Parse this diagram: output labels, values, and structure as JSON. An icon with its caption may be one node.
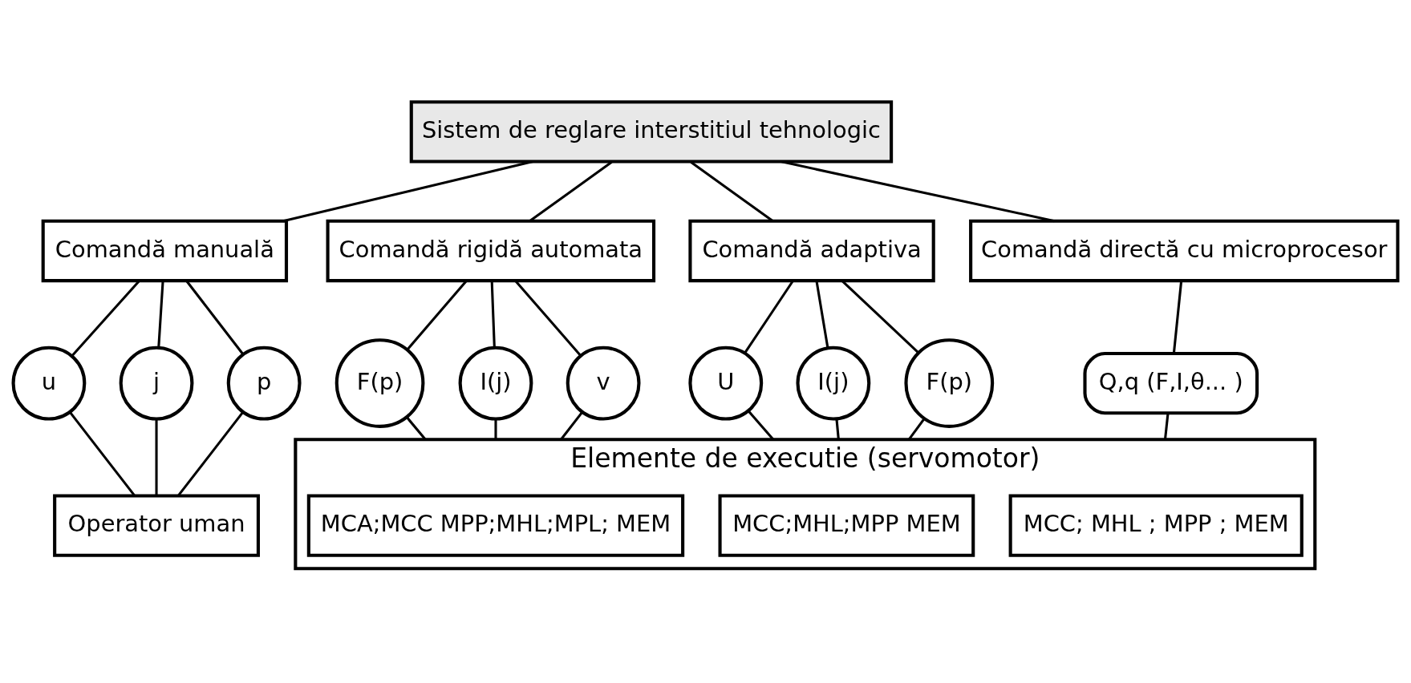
{
  "diagram": {
    "nodes": [
      {
        "text": [
          "Sistem de reglare interstitiul tehnologic"
        ]
      },
      {
        "text": [
          "Comandă manuală"
        ]
      },
      {
        "text": [
          "Comandă rigidă automata"
        ]
      },
      {
        "text": [
          "Comandă adaptiva"
        ]
      },
      {
        "text": [
          "Comandă directă cu microprocesor"
        ]
      },
      {
        "text": [
          "u"
        ]
      },
      {
        "text": [
          "j"
        ]
      },
      {
        "text": [
          "p"
        ]
      },
      {
        "text": [
          "F(p)"
        ]
      },
      {
        "text": [
          "I(j)"
        ]
      },
      {
        "text": [
          "v"
        ]
      },
      {
        "text": [
          "U"
        ]
      },
      {
        "text": [
          "I(j)"
        ]
      },
      {
        "text": [
          "F(p)"
        ]
      },
      {
        "text": [
          "Q,q (F,I,θ... )"
        ]
      },
      {
        "text": [
          "Operator uman"
        ]
      },
      {
        "text": [
          "Elemente de executie (servomotor)"
        ]
      },
      {
        "text": [
          "MCA;MCC MPP;MHL;MPL; MEM"
        ],
        "in": 16
      },
      {
        "text": [
          "MCC;MHL;MPP MEM"
        ],
        "in": 16
      },
      {
        "text": [
          "MCC; MHL ; MPP ; MEM"
        ],
        "in": 16
      }
    ],
    "edges": [
      {
        "from": 0,
        "to": 1,
        "arrow": "none"
      },
      {
        "from": 0,
        "to": 2,
        "arrow": "none"
      },
      {
        "from": 0,
        "to": 3,
        "arrow": "none"
      },
      {
        "from": 0,
        "to": 4,
        "arrow": "none"
      },
      {
        "from": 1,
        "to": 5,
        "arrow": "none"
      },
      {
        "from": 1,
        "to": 6,
        "arrow": "none"
      },
      {
        "from": 1,
        "to": 7,
        "arrow": "none"
      },
      {
        "from": 2,
        "to": 8,
        "arrow": "none"
      },
      {
        "from": 2,
        "to": 9,
        "arrow": "none"
      },
      {
        "from": 2,
        "to": 10,
        "arrow": "none"
      },
      {
        "from": 3,
        "to": 11,
        "arrow": "none"
      },
      {
        "from": 3,
        "to": 12,
        "arrow": "none"
      },
      {
        "from": 3,
        "to": 13,
        "arrow": "none"
      },
      {
        "from": 4,
        "to": 14,
        "arrow": "none"
      },
      {
        "from": 5,
        "to": 15,
        "arrow": "none"
      },
      {
        "from": 6,
        "to": 15,
        "arrow": "none"
      },
      {
        "from": 7,
        "to": 15,
        "arrow": "none"
      },
      {
        "from": 8,
        "to": 16,
        "arrow": "none"
      },
      {
        "from": 9,
        "to": 16,
        "arrow": "none"
      },
      {
        "from": 10,
        "to": 16,
        "arrow": "none"
      },
      {
        "from": 11,
        "to": 16,
        "arrow": "none"
      },
      {
        "from": 12,
        "to": 16,
        "arrow": "none"
      },
      {
        "from": 13,
        "to": 16,
        "arrow": "none"
      },
      {
        "from": 14,
        "to": 16,
        "arrow": "none"
      }
    ]
  }
}
